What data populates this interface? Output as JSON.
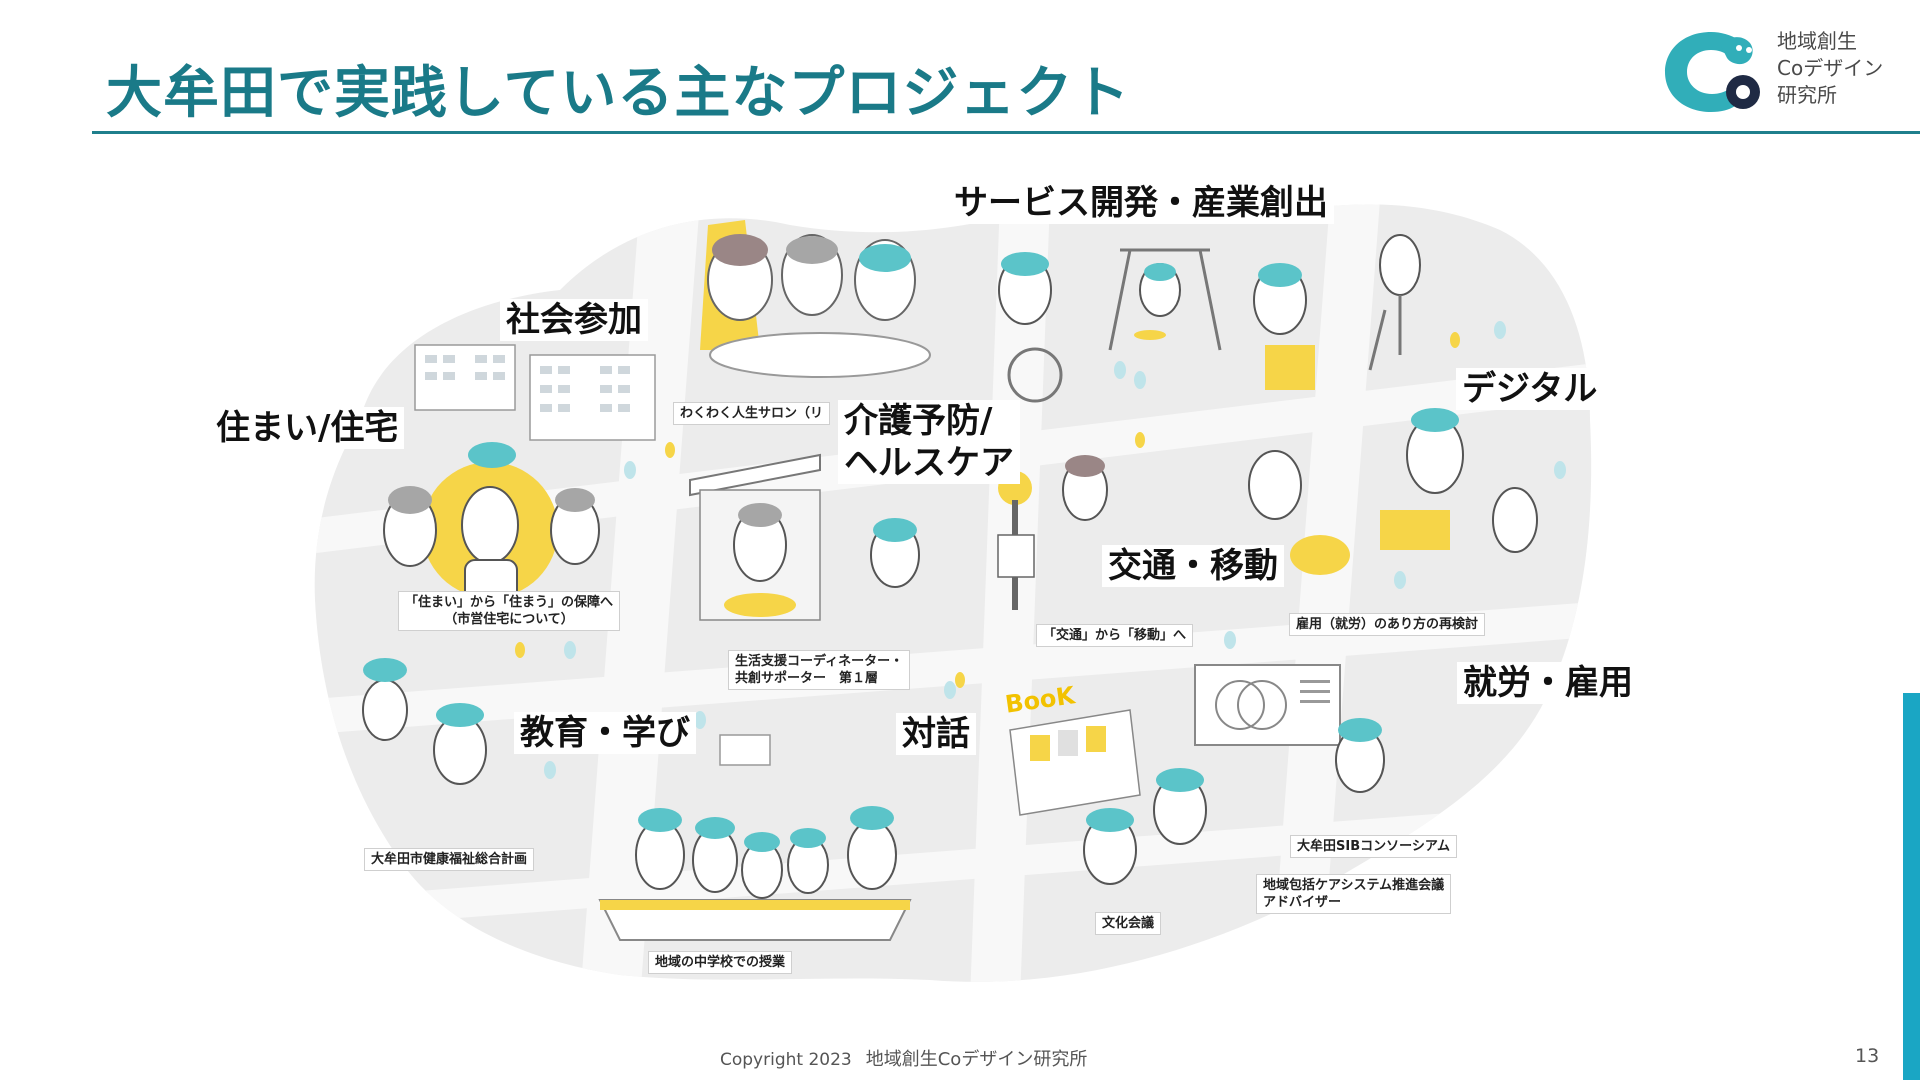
{
  "slide": {
    "title": "大牟田で実践している主なプロジェクト",
    "page_number": "13"
  },
  "logo": {
    "line1": "地域創生",
    "line2": "Coデザイン",
    "line3": "研究所",
    "colors": {
      "primary": "#31aeb9",
      "dark": "#1f2a44"
    }
  },
  "categories": {
    "service": "サービス開発・産業創出",
    "social": "社会参加",
    "housing": "住まい/住宅",
    "care_line1": "介護予防/",
    "care_line2": "ヘルスケア",
    "digital": "デジタル",
    "transport": "交通・移動",
    "employment": "就労・雇用",
    "education": "教育・学び",
    "dialogue": "対話"
  },
  "projects": {
    "salon": "わくわく人生サロン（リ",
    "housing_line1": "「住まい」から「住まう」の保障へ",
    "housing_line2": "（市営住宅について）",
    "coordinator_line1": "生活支援コーディネーター・",
    "coordinator_line2": "共創サポーター　第１層",
    "transport": "「交通」から「移動」へ",
    "employment": "雇用（就労）のあり方の再検討",
    "welfare_plan": "大牟田市健康福祉総合計画",
    "school": "地域の中学校での授業",
    "culture": "文化会議",
    "sib": "大牟田SIBコンソーシアム",
    "community_care_line1": "地域包括ケアシステム推進会議",
    "community_care_line2": "アドバイザー"
  },
  "map_signs": {
    "book": "BooK"
  },
  "colors": {
    "accent_teal": "#5bc4c9",
    "title_teal": "#1a7a88",
    "yellow": "#f6d548",
    "map_gray": "#ececec",
    "side_bar": "#1aa6c4"
  },
  "footer": {
    "copyright": "Copyright 2023",
    "org": "地域創生Coデザイン研究所"
  }
}
